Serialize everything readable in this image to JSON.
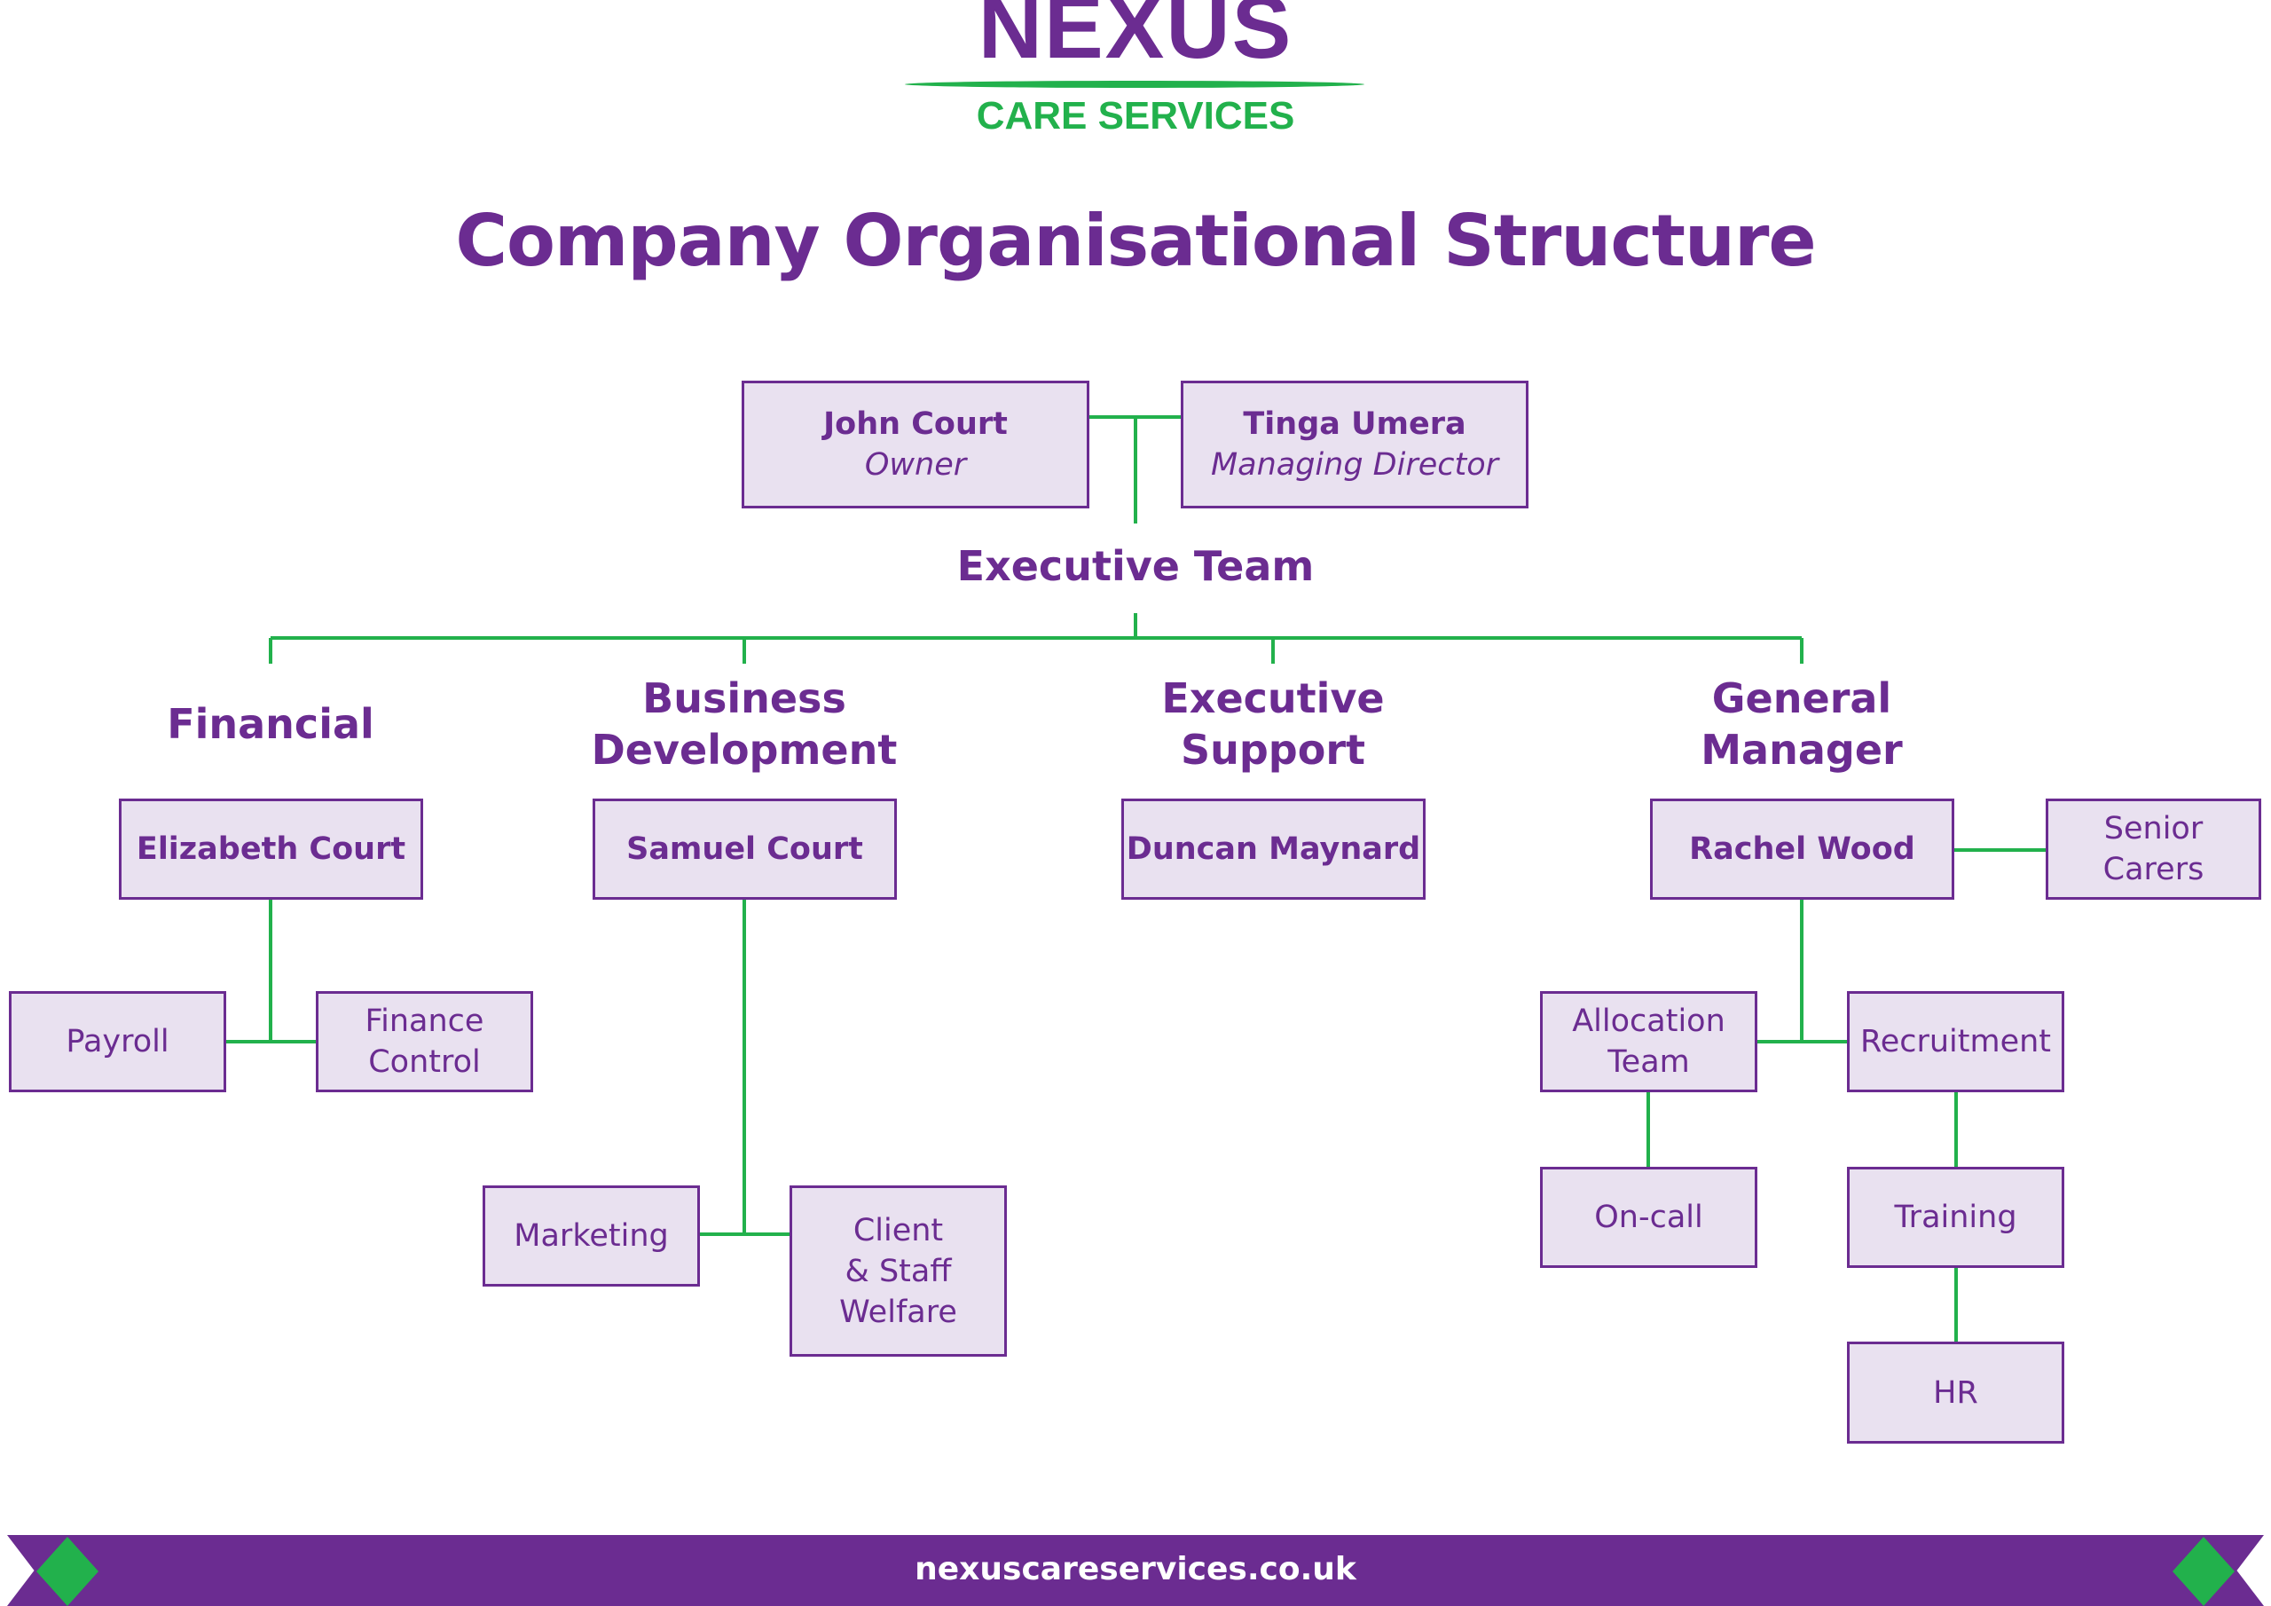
{
  "logo": {
    "main": "NEXUS",
    "sub": "CARE SERVICES"
  },
  "title": "Company Organisational Structure",
  "top": {
    "owner": {
      "name": "John Court",
      "role": "Owner"
    },
    "md": {
      "name": "Tinga Umera",
      "role": "Managing Director"
    },
    "team_label": "Executive Team"
  },
  "departments": [
    {
      "heading": [
        "Financial"
      ],
      "head": "Elizabeth Court",
      "units": [
        "Payroll",
        "Finance Control"
      ]
    },
    {
      "heading": [
        "Business",
        "Development"
      ],
      "head": "Samuel Court",
      "units": [
        "Marketing",
        "Client & Staff Welfare"
      ]
    },
    {
      "heading": [
        "Executive",
        "Support"
      ],
      "head": "Duncan Maynard",
      "units": []
    },
    {
      "heading": [
        "General",
        "Manager"
      ],
      "head": "Rachel Wood",
      "units": [
        "Senior Carers",
        "Allocation Team",
        "Recruitment",
        "On-call",
        "Training",
        "HR"
      ]
    }
  ],
  "labels": {
    "finance_control": [
      "Finance",
      "Control"
    ],
    "client_welfare": [
      "Client",
      "& Staff",
      "Welfare"
    ],
    "senior_carers": [
      "Senior",
      "Carers"
    ],
    "allocation_team": [
      "Allocation",
      "Team"
    ]
  },
  "footer": {
    "url": "nexuscareservices.co.uk"
  },
  "colors": {
    "purple": "#6B2C91",
    "green": "#22B14C",
    "box_fill": "#E9E1F0"
  }
}
